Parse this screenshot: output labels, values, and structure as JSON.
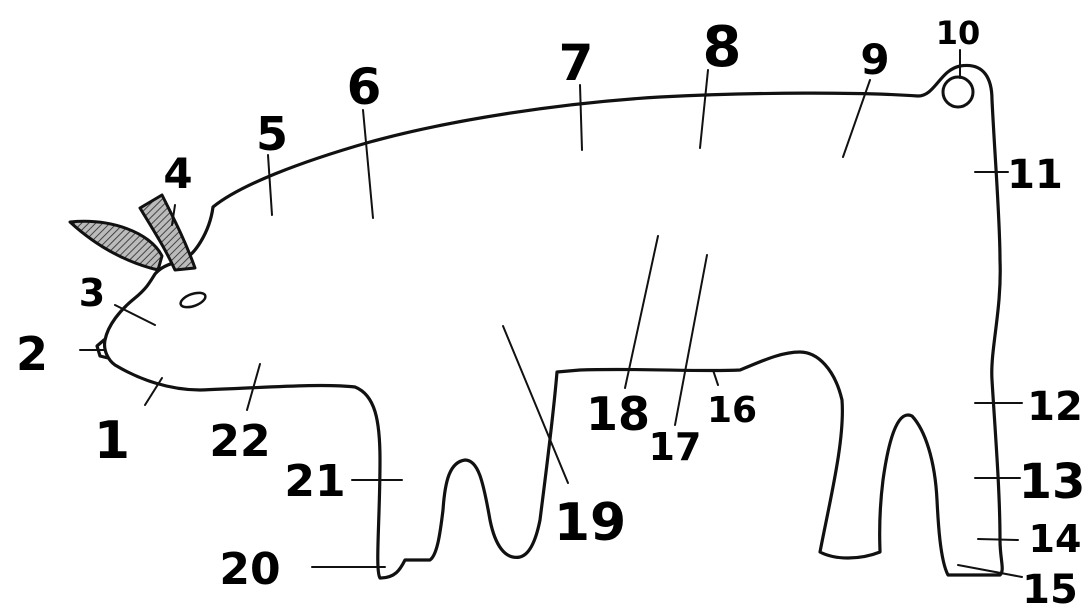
{
  "diagram": {
    "labels": [
      {
        "id": "1",
        "text": "1"
      },
      {
        "id": "2",
        "text": "2"
      },
      {
        "id": "3",
        "text": "3"
      },
      {
        "id": "4",
        "text": "4"
      },
      {
        "id": "5",
        "text": "5"
      },
      {
        "id": "6",
        "text": "6"
      },
      {
        "id": "7",
        "text": "7"
      },
      {
        "id": "8",
        "text": "8"
      },
      {
        "id": "9",
        "text": "9"
      },
      {
        "id": "10",
        "text": "10"
      },
      {
        "id": "11",
        "text": "11"
      },
      {
        "id": "12",
        "text": "12"
      },
      {
        "id": "13",
        "text": "13"
      },
      {
        "id": "14",
        "text": "14"
      },
      {
        "id": "15",
        "text": "15"
      },
      {
        "id": "16",
        "text": "16"
      },
      {
        "id": "17",
        "text": "17"
      },
      {
        "id": "18",
        "text": "18"
      },
      {
        "id": "19",
        "text": "19"
      },
      {
        "id": "20",
        "text": "20"
      },
      {
        "id": "21",
        "text": "21"
      },
      {
        "id": "22",
        "text": "22"
      }
    ]
  }
}
